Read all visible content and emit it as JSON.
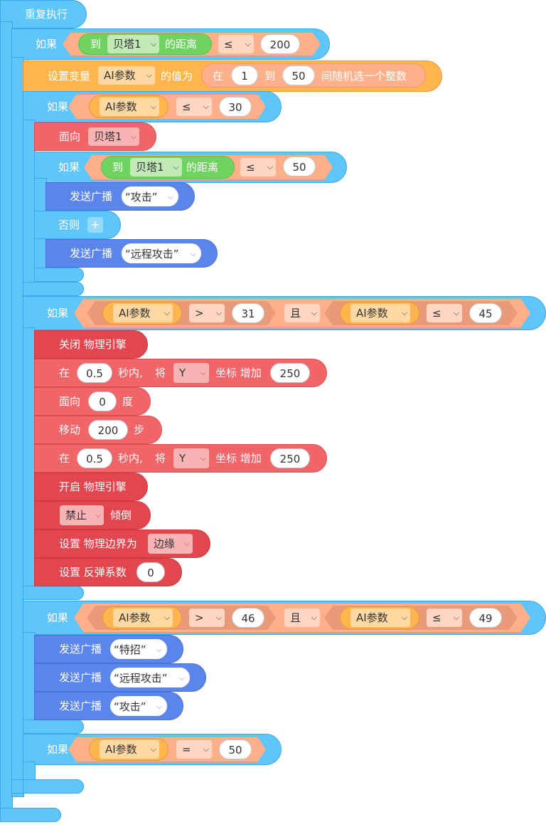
{
  "colors": {
    "control": "#5fc6f9",
    "variable": "#ffb54d",
    "physics": "#f06567",
    "physics_dark": "#e2474f",
    "broadcast": "#5b85e8",
    "operator": "#ffb08a",
    "sensing": "#6fd360"
  },
  "loop": {
    "label": "重复执行"
  },
  "if1": {
    "label": "如果",
    "to": "到",
    "target": "贝塔1",
    "dist": "的距离",
    "op": "≤",
    "value": "200"
  },
  "setvar": {
    "label": "设置变量",
    "var": "AI参数",
    "value_of": "的值为",
    "from": "在",
    "min": "1",
    "to": "到",
    "max": "50",
    "random": "间随机选一个整数"
  },
  "if2": {
    "label": "如果",
    "var": "AI参数",
    "op": "≤",
    "value": "30"
  },
  "face1": {
    "label": "面向",
    "target": "贝塔1"
  },
  "if3": {
    "label": "如果",
    "to": "到",
    "target": "贝塔1",
    "dist": "的距离",
    "op": "≤",
    "value": "50"
  },
  "send1": {
    "label": "发送广播",
    "msg": "“攻击”"
  },
  "else1": {
    "label": "否则",
    "plus": "+"
  },
  "send2": {
    "label": "发送广播",
    "msg": "“远程攻击”"
  },
  "if4": {
    "label": "如果",
    "var_a": "AI参数",
    "op_a": ">",
    "val_a": "31",
    "and": "且",
    "var_b": "AI参数",
    "op_b": "≤",
    "val_b": "45"
  },
  "physics_off": {
    "label": "关闭 物理引擎"
  },
  "move_y1": {
    "in": "在",
    "secs": "0.5",
    "secs_label": "秒内,",
    "will": "将",
    "axis": "Y",
    "coord": "坐标 增加",
    "amount": "250"
  },
  "face2": {
    "label": "面向",
    "deg": "0",
    "deg_label": "度"
  },
  "move": {
    "label": "移动",
    "steps": "200",
    "steps_label": "步"
  },
  "move_y2": {
    "in": "在",
    "secs": "0.5",
    "secs_label": "秒内,",
    "will": "将",
    "axis": "Y",
    "coord": "坐标 增加",
    "amount": "250"
  },
  "physics_on": {
    "label": "开启 物理引擎"
  },
  "tilt": {
    "mode": "禁止",
    "label": "倾倒"
  },
  "boundary": {
    "label": "设置 物理边界为",
    "value": "边缘"
  },
  "bounce": {
    "label": "设置 反弹系数",
    "value": "0"
  },
  "if5": {
    "label": "如果",
    "var_a": "AI参数",
    "op_a": ">",
    "val_a": "46",
    "and": "且",
    "var_b": "AI参数",
    "op_b": "≤",
    "val_b": "49"
  },
  "send3": {
    "label": "发送广播",
    "msg": "“特招”"
  },
  "send4": {
    "label": "发送广播",
    "msg": "“远程攻击”"
  },
  "send5": {
    "label": "发送广播",
    "msg": "“攻击”"
  },
  "if6": {
    "label": "如果",
    "var": "AI参数",
    "op": "=",
    "value": "50"
  }
}
